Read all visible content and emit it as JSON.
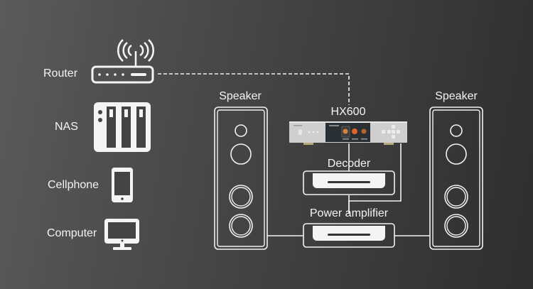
{
  "diagram": {
    "title": "HX600 system connection diagram",
    "colors": {
      "line": "#f2f2f2",
      "background_light": "#5a5a5a",
      "background_dark": "#2f2f2f"
    },
    "sources": [
      {
        "label": "Router",
        "icon": "router-icon"
      },
      {
        "label": "NAS",
        "icon": "nas-icon"
      },
      {
        "label": "Cellphone",
        "icon": "cellphone-icon"
      },
      {
        "label": "Computer",
        "icon": "computer-icon"
      }
    ],
    "center": {
      "player": {
        "label": "HX600",
        "icon": "streamer-device-icon"
      },
      "decoder": {
        "label": "Decoder",
        "icon": "decoder-device-icon"
      },
      "amplifier": {
        "label": "Power amplifier",
        "icon": "amplifier-device-icon"
      }
    },
    "speakers": [
      {
        "label": "Speaker",
        "icon": "speaker-left-icon"
      },
      {
        "label": "Speaker",
        "icon": "speaker-right-icon"
      }
    ],
    "connections": [
      {
        "from": "Router",
        "to": "HX600",
        "style": "dashed"
      },
      {
        "from": "HX600",
        "to": "Decoder",
        "style": "solid"
      },
      {
        "from": "HX600",
        "to": "Power amplifier",
        "style": "solid"
      },
      {
        "from": "Decoder",
        "to": "Power amplifier",
        "style": "solid"
      },
      {
        "from": "Power amplifier",
        "to": "Speaker (left)",
        "style": "solid"
      },
      {
        "from": "Power amplifier",
        "to": "Speaker (right)",
        "style": "solid"
      }
    ]
  }
}
